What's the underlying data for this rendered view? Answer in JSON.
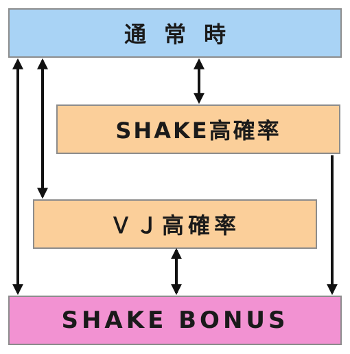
{
  "states": {
    "normal": {
      "label": "通常時",
      "color": "#a9d3f5"
    },
    "shake_high": {
      "label": "SHAKE高確率",
      "color": "#fbcf9a"
    },
    "vj_high": {
      "label": "ＶＪ高確率",
      "color": "#fbcf9a"
    },
    "bonus": {
      "label": "SHAKE BONUS",
      "color": "#f292d2"
    }
  },
  "arrow_color": "#111111",
  "transitions": [
    {
      "from": "normal",
      "to": "bonus",
      "direction": "both"
    },
    {
      "from": "normal",
      "to": "vj_high",
      "direction": "both"
    },
    {
      "from": "normal",
      "to": "shake_high",
      "direction": "both"
    },
    {
      "from": "shake_high",
      "to": "bonus",
      "direction": "one-way"
    },
    {
      "from": "vj_high",
      "to": "bonus",
      "direction": "both"
    }
  ]
}
